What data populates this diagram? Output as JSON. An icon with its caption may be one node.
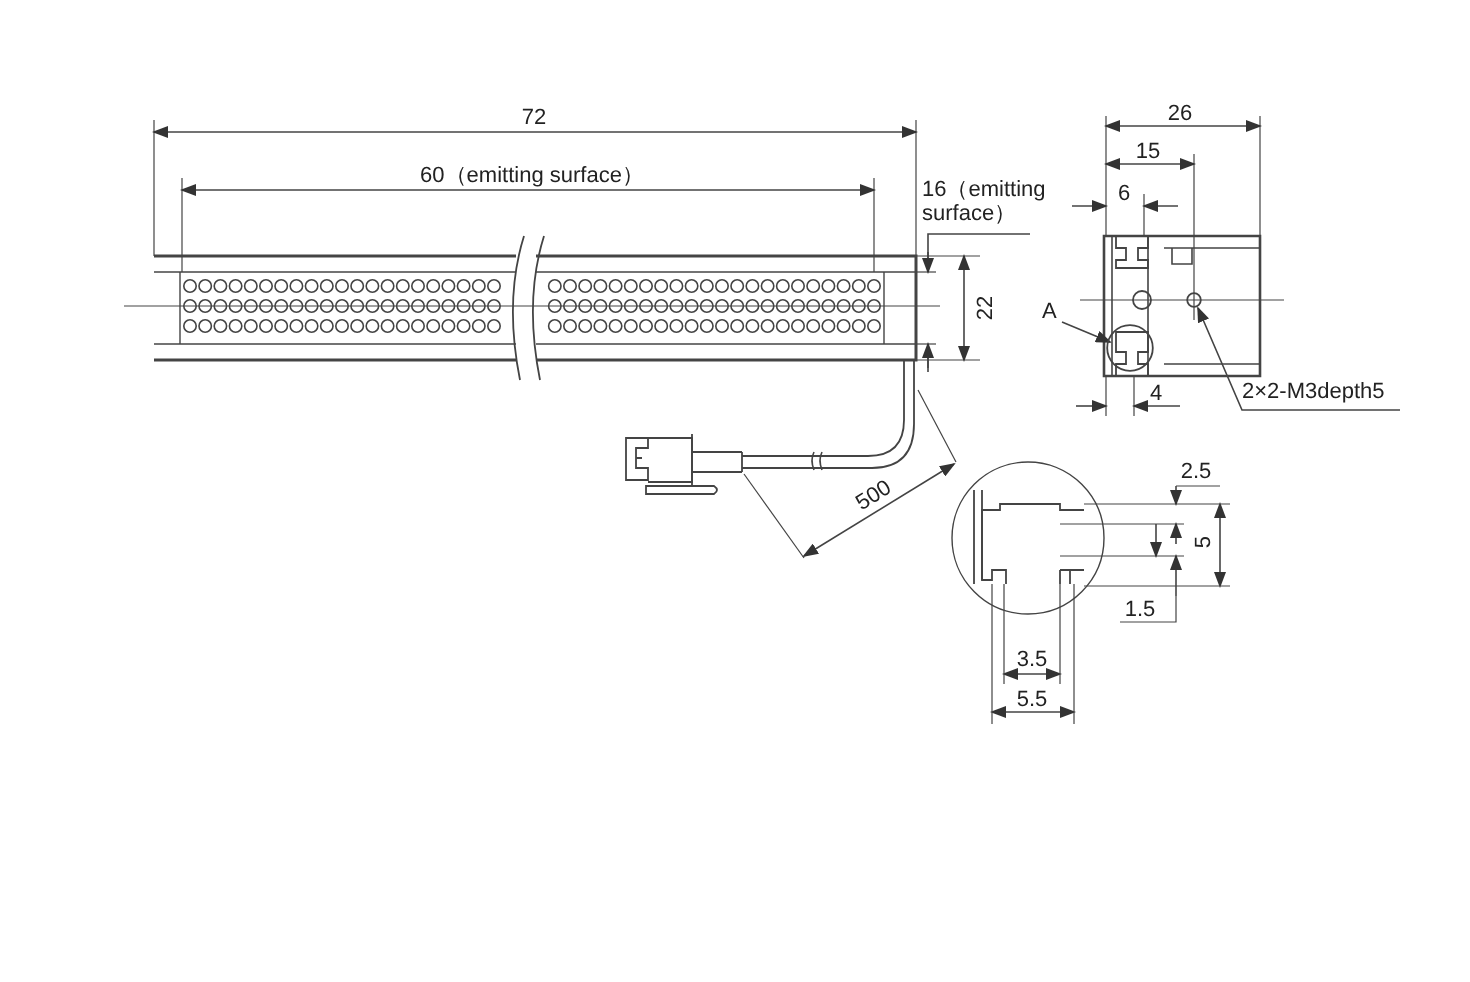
{
  "diagram": {
    "nodes": [
      {
        "text": [],
        "shape": "circle"
      },
      {
        "text": [
          "A"
        ]
      },
      {
        "text": [],
        "shape": "circle"
      },
      {
        "text": [
          "2×2-M3depth5"
        ]
      }
    ],
    "edges": [
      {
        "from": 1,
        "to": 2,
        "arrow": "to"
      },
      {
        "from": 3,
        "to": 0,
        "arrow": "to"
      }
    ],
    "labels": [
      "26",
      "72",
      "15",
      "60（emitting surface）",
      "16（emitting surface）",
      "6",
      "22",
      "4",
      "2.5",
      "500",
      "5",
      "1.5",
      "3.5",
      "5.5"
    ]
  }
}
